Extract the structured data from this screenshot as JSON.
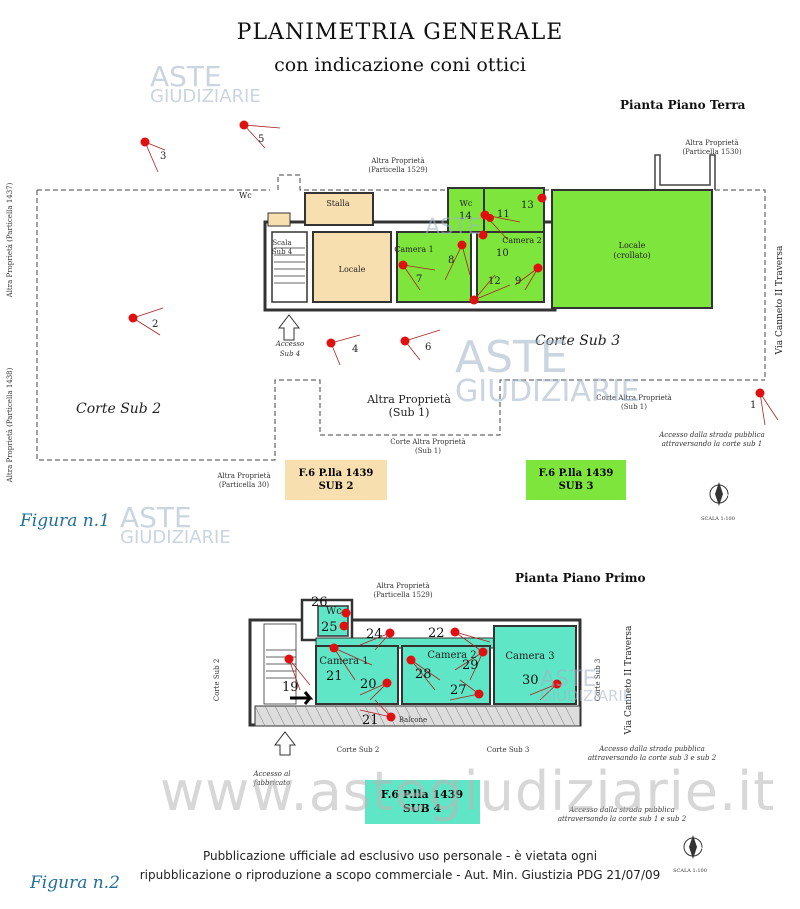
{
  "header": {
    "title": "PLANIMETRIA GENERALE",
    "subtitle": "con indicazione coni ottici"
  },
  "watermark": {
    "line1": "ASTE",
    "line2": "GIUDIZIARIE",
    "url": "www.astegiudiziarie.it"
  },
  "figure1": {
    "caption": "Figura n.1",
    "plan_title": "Pianta Piano Terra",
    "labels": {
      "altra_1529": "Altra Proprietà",
      "part_1529": "(Particella 1529)",
      "altra_1530": "Altra Proprietà",
      "part_1530": "(Particella 1530)",
      "altra_1437": "Altra Proprietà (Particella 1437)",
      "altra_1438": "Altra Proprietà (Particella 1438)",
      "altra_30": "Altra Proprietà",
      "part_30": "(Particella 30)",
      "wc": "Wc",
      "stalla": "Stalla",
      "scala1": "Scala",
      "scala2": "Sub 4",
      "locale1": "Locale",
      "camera1": "Camera 1",
      "camera2": "Camera 2",
      "wc2": "Wc",
      "locale2": "Locale",
      "crollato": "(crollato)",
      "accesso1": "Accesso",
      "accesso2": "Sub 4",
      "corte_sub3": "Corte Sub 3",
      "corte_sub2": "Corte Sub 2",
      "altra_sub1_1": "Altra Proprietà",
      "altra_sub1_2": "(Sub 1)",
      "corte_altra_1": "Corte Altra Proprietà",
      "corte_altra_2": "(Sub 1)",
      "altra_sub1b_1": "Corte Altra Proprietà",
      "altra_sub1b_2": "(Sub 1)",
      "via": "Via Canneto II Traversa",
      "accesso_note1": "Accesso dalla strada pubblica",
      "accesso_note2": "attraversando la corte sub 1",
      "scala": "SCALA 1:100",
      "north": "N"
    },
    "legend": [
      {
        "line1": "F.6 P.lla 1439",
        "line2": "SUB 2",
        "color": "#f8dfb0"
      },
      {
        "line1": "F.6 P.lla 1439",
        "line2": "SUB 3",
        "color": "#7ee53c"
      }
    ],
    "points": [
      "1",
      "2",
      "3",
      "4",
      "5",
      "6",
      "7",
      "8",
      "9",
      "10",
      "11",
      "12",
      "13",
      "14"
    ]
  },
  "figure2": {
    "caption": "Figura n.2",
    "plan_title": "Pianta Piano Primo",
    "labels": {
      "altra_1": "Altra Proprietà",
      "altra_2": "(Particella 1529)",
      "wc": "Wc",
      "camera1": "Camera 1",
      "camera2": "Camera 2",
      "camera3": "Camera 3",
      "balcone": "Balcone",
      "corte_sub2_v": "Corte Sub 2",
      "corte_sub3_v": "Corte Sub 3",
      "corte_sub2": "Corte Sub 2",
      "corte_sub3": "Corte Sub 3",
      "via": "Via Canneto II Traversa",
      "accesso_al_1": "Accesso al",
      "accesso_al_2": "fabbricato",
      "note_a1": "Accesso dalla strada pubblica",
      "note_a2": "attraversando la corte sub 3 e sub 2",
      "note_b1": "Accesso dalla strada pubblica",
      "note_b2": "attraversando la corte sub 1 e sub 2",
      "scala": "SCALA 1:100",
      "north": "N"
    },
    "legend": {
      "line1": "F.6 P.lla 1439",
      "line2": "SUB 4",
      "color": "#5fe6c6"
    },
    "points": [
      "19",
      "20",
      "21",
      "21",
      "22",
      "24",
      "25",
      "26",
      "27",
      "28",
      "29",
      "30"
    ]
  },
  "footer": {
    "line1": "Pubblicazione ufficiale ad esclusivo uso personale - è vietata ogni",
    "line2": "ripubblicazione o riproduzione a scopo commerciale - Aut. Min. Giustizia PDG 21/07/09"
  },
  "colors": {
    "sub2": "#f8dfb0",
    "sub3": "#7ee53c",
    "sub4": "#5fe6c6",
    "point": "#e01010",
    "caption": "#1f6f9a"
  }
}
